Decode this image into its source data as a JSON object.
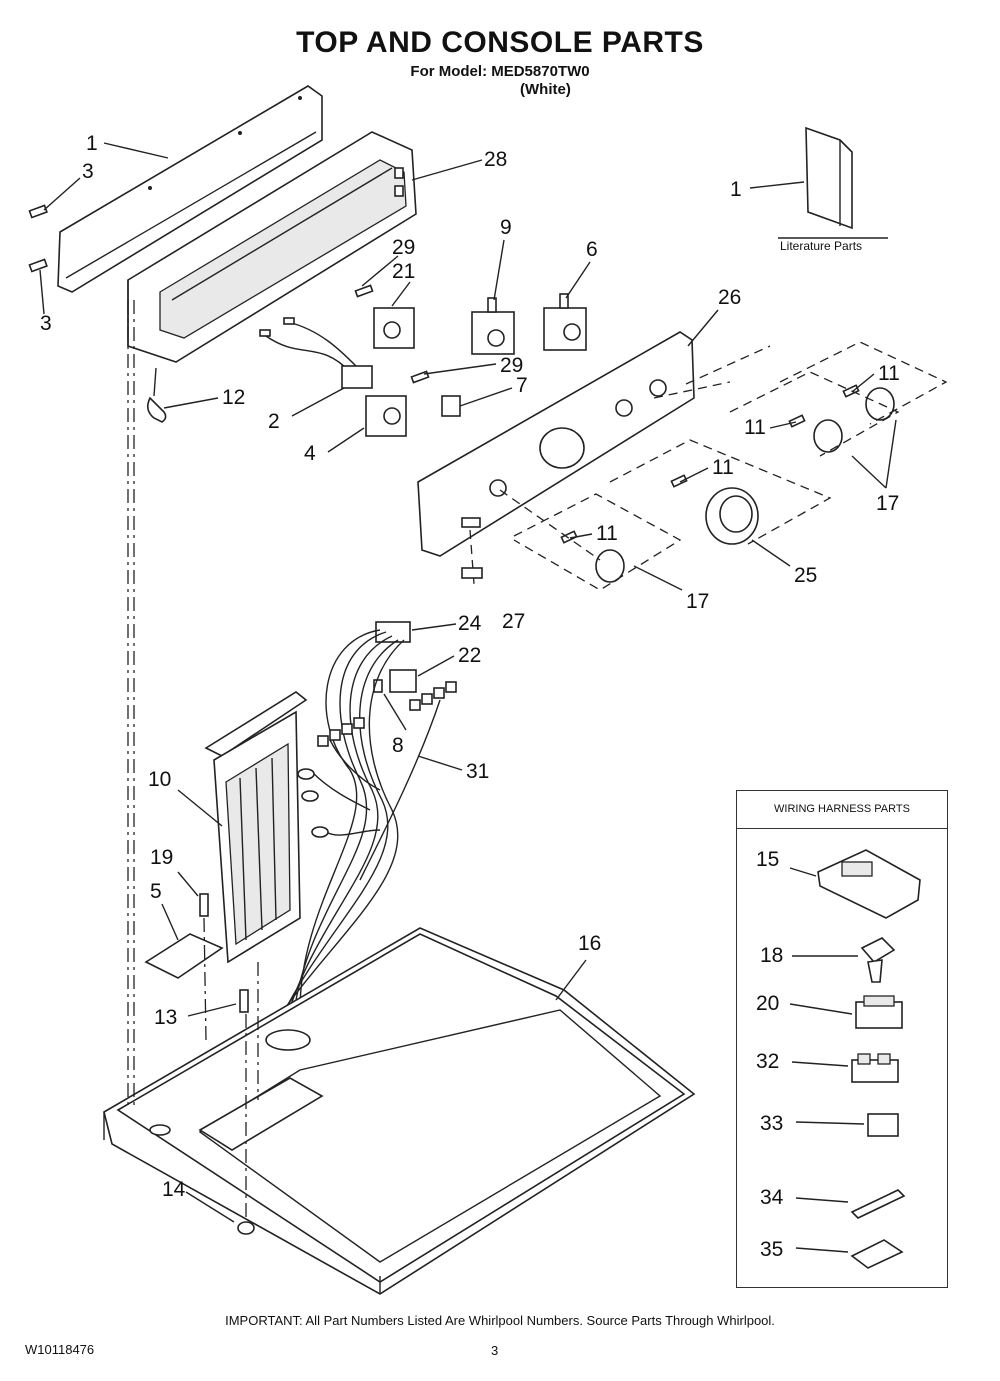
{
  "header": {
    "title": "TOP AND CONSOLE PARTS",
    "model_line": "For Model: MED5870TW0",
    "color_line": "(White)"
  },
  "literature": {
    "label": "Literature Parts",
    "number": "1"
  },
  "harness": {
    "title": "WIRING HARNESS PARTS",
    "numbers": [
      "15",
      "18",
      "20",
      "32",
      "33",
      "34",
      "35"
    ]
  },
  "callouts": {
    "c1": "1",
    "c3a": "3",
    "c3b": "3",
    "c28": "28",
    "c9": "9",
    "c6": "6",
    "c29a": "29",
    "c21": "21",
    "c26": "26",
    "c12": "12",
    "c2": "2",
    "c29b": "29",
    "c7": "7",
    "c4": "4",
    "c11a": "11",
    "c11b": "11",
    "c11c": "11",
    "c11d": "11",
    "c17a": "17",
    "c17b": "17",
    "c25": "25",
    "c27": "27",
    "c24": "24",
    "c22": "22",
    "c8": "8",
    "c31": "31",
    "c10": "10",
    "c19": "19",
    "c5": "5",
    "c16": "16",
    "c13": "13",
    "c14": "14"
  },
  "footer": {
    "important": "IMPORTANT: All Part Numbers Listed Are Whirlpool Numbers. Source Parts Through Whirlpool.",
    "doc_number": "W10118476",
    "page": "3"
  }
}
